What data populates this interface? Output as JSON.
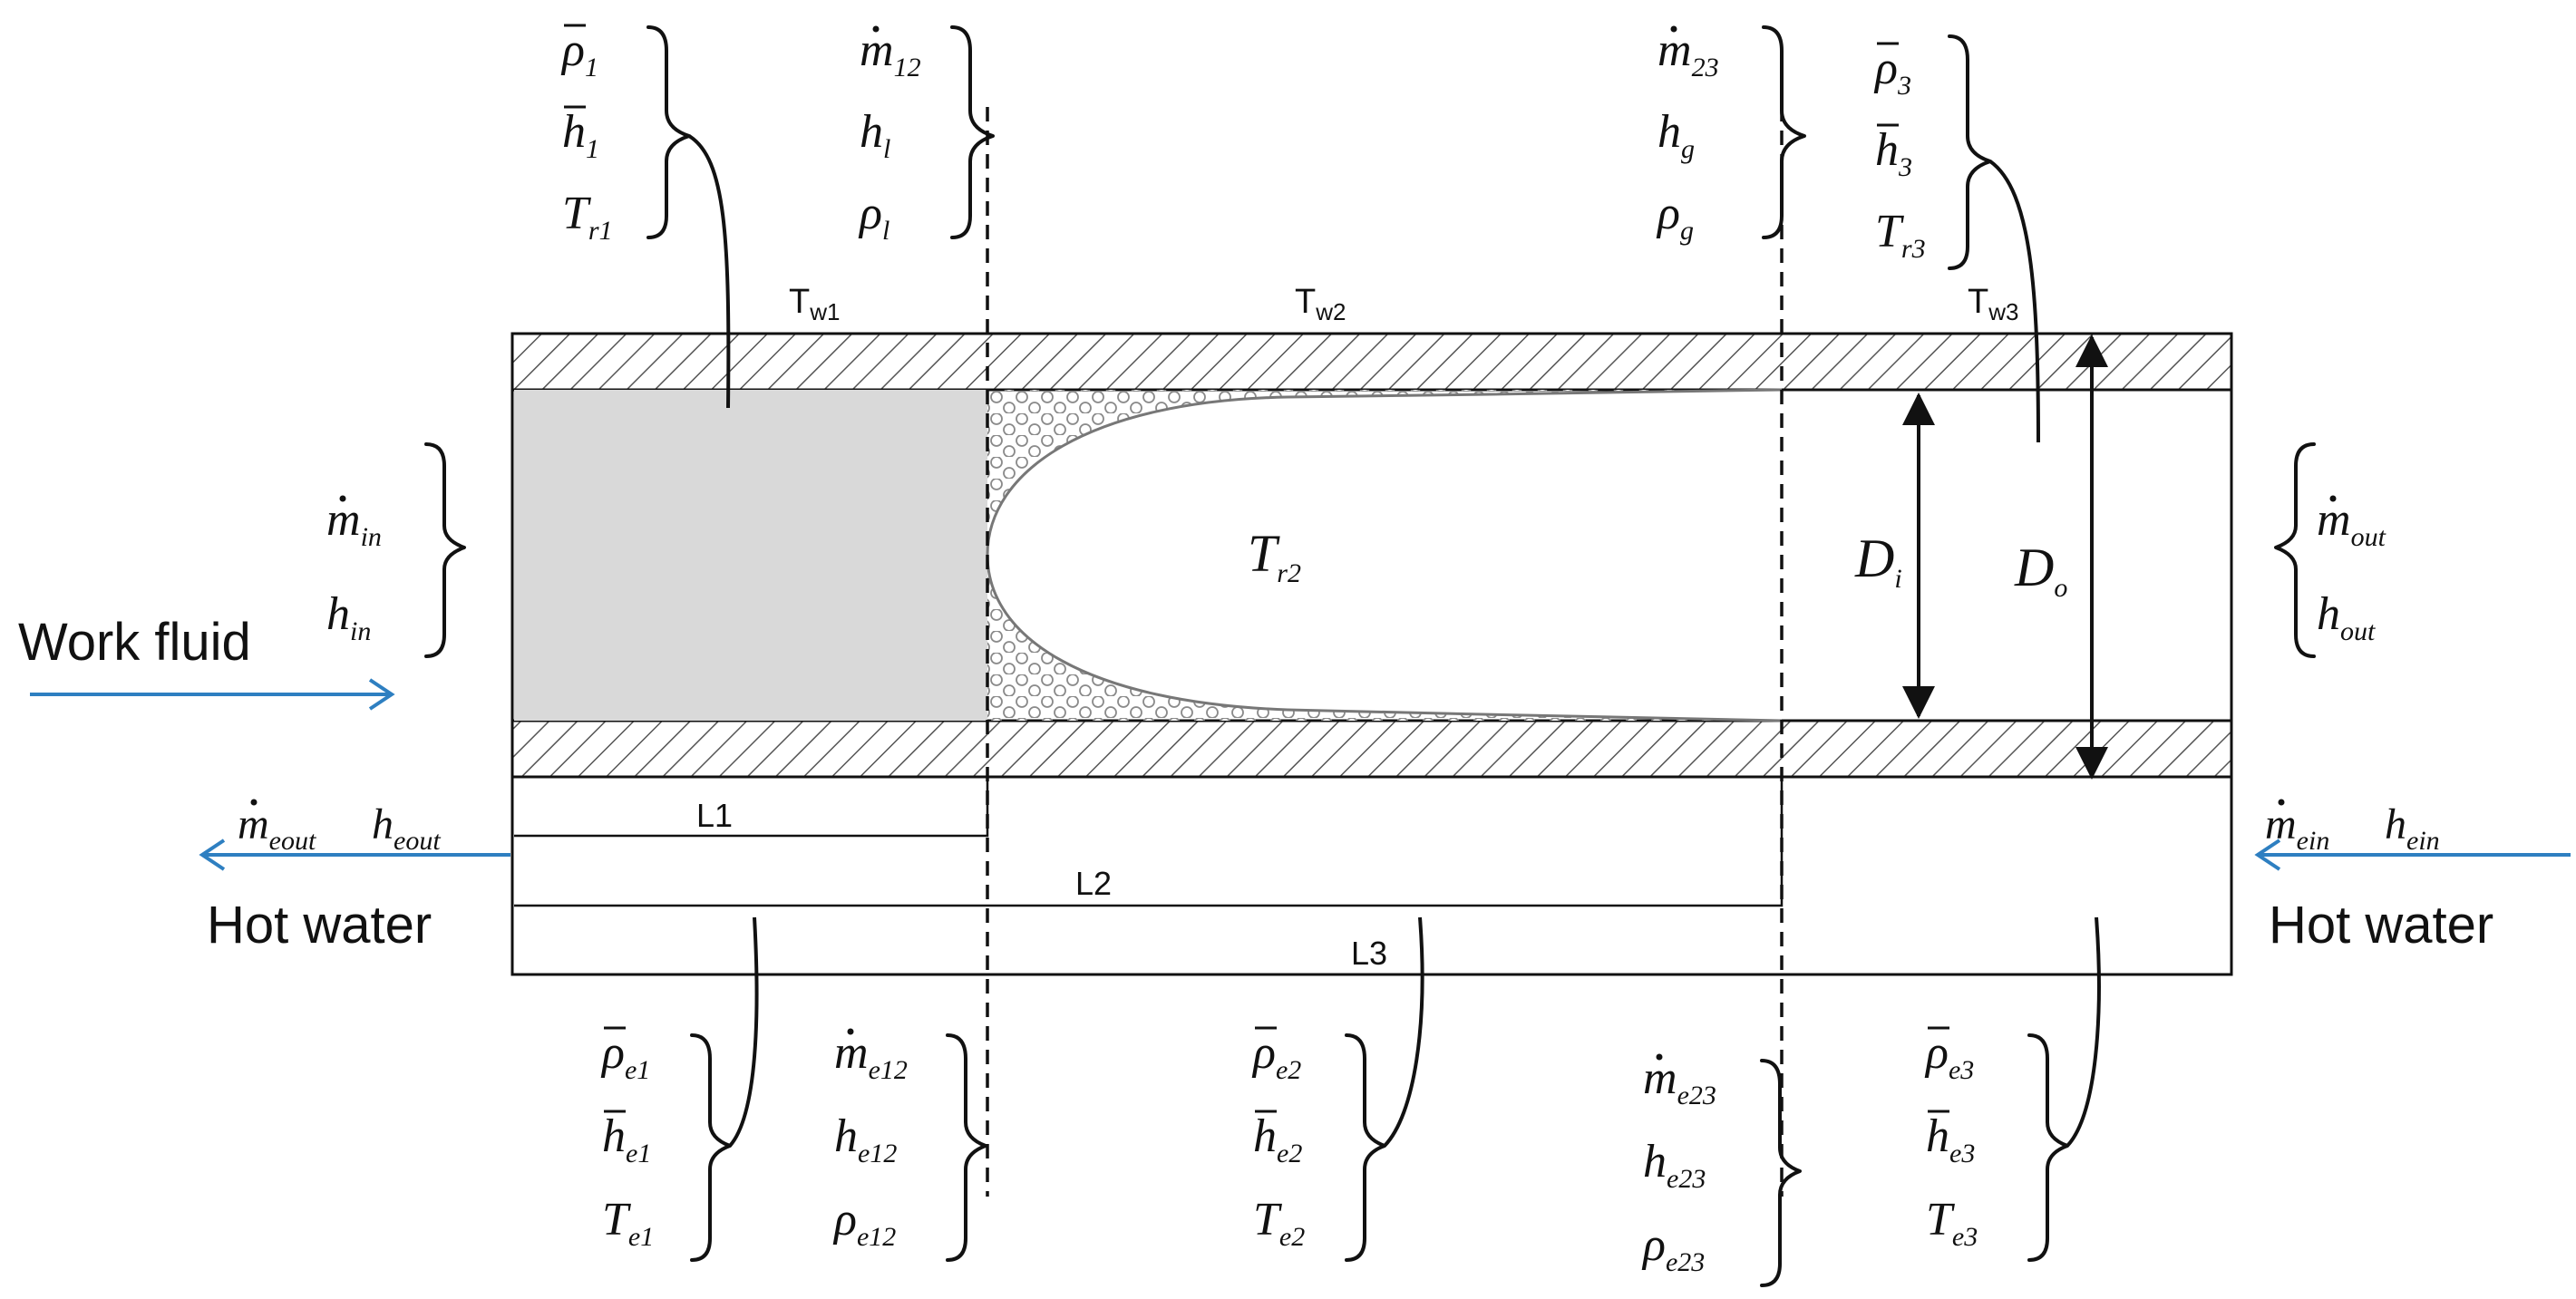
{
  "labels": {
    "work_fluid": "Work fluid",
    "hot_water_left": "Hot water",
    "hot_water_right": "Hot water",
    "L1": "L1",
    "L2": "L2",
    "L3": "L3",
    "Tw1_main": "T",
    "Tw1_sub": "w1",
    "Tw2_main": "T",
    "Tw2_sub": "w2",
    "Tw3_main": "T",
    "Tw3_sub": "w3",
    "Tr2_main": "T",
    "Tr2_sub": "r2",
    "Di_main": "D",
    "Di_sub": "i",
    "Do_main": "D",
    "Do_sub": "o"
  },
  "top_groups": {
    "g1": [
      {
        "main": "ρ",
        "sub": "1",
        "bar": true
      },
      {
        "main": "h",
        "sub": "1",
        "bar": true
      },
      {
        "main": "T",
        "sub": "r1"
      }
    ],
    "g2": [
      {
        "main": "m",
        "sub": "12",
        "dot": true
      },
      {
        "main": "h",
        "sub": "l"
      },
      {
        "main": "ρ",
        "sub": "l"
      }
    ],
    "g3": [
      {
        "main": "m",
        "sub": "23",
        "dot": true
      },
      {
        "main": "h",
        "sub": "g"
      },
      {
        "main": "ρ",
        "sub": "g"
      }
    ],
    "g4": [
      {
        "main": "ρ",
        "sub": "3",
        "bar": true
      },
      {
        "main": "h",
        "sub": "3",
        "bar": true
      },
      {
        "main": "T",
        "sub": "r3"
      }
    ]
  },
  "side_groups": {
    "inlet": [
      {
        "main": "m",
        "sub": "in",
        "dot": true
      },
      {
        "main": "h",
        "sub": "in"
      }
    ],
    "outlet": [
      {
        "main": "m",
        "sub": "out",
        "dot": true
      },
      {
        "main": "h",
        "sub": "out"
      }
    ]
  },
  "water": {
    "out_m": {
      "main": "m",
      "sub": "eout",
      "dot": true
    },
    "out_h": {
      "main": "h",
      "sub": "eout"
    },
    "in_m": {
      "main": "m",
      "sub": "ein",
      "dot": true
    },
    "in_h": {
      "main": "h",
      "sub": "ein"
    }
  },
  "bottom_groups": {
    "b1": [
      {
        "main": "ρ",
        "sub": "e1",
        "bar": true
      },
      {
        "main": "h",
        "sub": "e1",
        "bar": true
      },
      {
        "main": "T",
        "sub": "e1"
      }
    ],
    "b2": [
      {
        "main": "m",
        "sub": "e12",
        "dot": true
      },
      {
        "main": "h",
        "sub": "e12"
      },
      {
        "main": "ρ",
        "sub": "e12"
      }
    ],
    "b3": [
      {
        "main": "ρ",
        "sub": "e2",
        "bar": true
      },
      {
        "main": "h",
        "sub": "e2",
        "bar": true
      },
      {
        "main": "T",
        "sub": "e2"
      }
    ],
    "b4": [
      {
        "main": "m",
        "sub": "e23",
        "dot": true
      },
      {
        "main": "h",
        "sub": "e23"
      },
      {
        "main": "ρ",
        "sub": "e23"
      }
    ],
    "b5": [
      {
        "main": "ρ",
        "sub": "e3",
        "bar": true
      },
      {
        "main": "h",
        "sub": "e3",
        "bar": true
      },
      {
        "main": "T",
        "sub": "e3"
      }
    ]
  },
  "colors": {
    "arrow_blue": "#2e7fc1",
    "subcooled_fill": "#d9d9d9",
    "line": "#111111"
  }
}
